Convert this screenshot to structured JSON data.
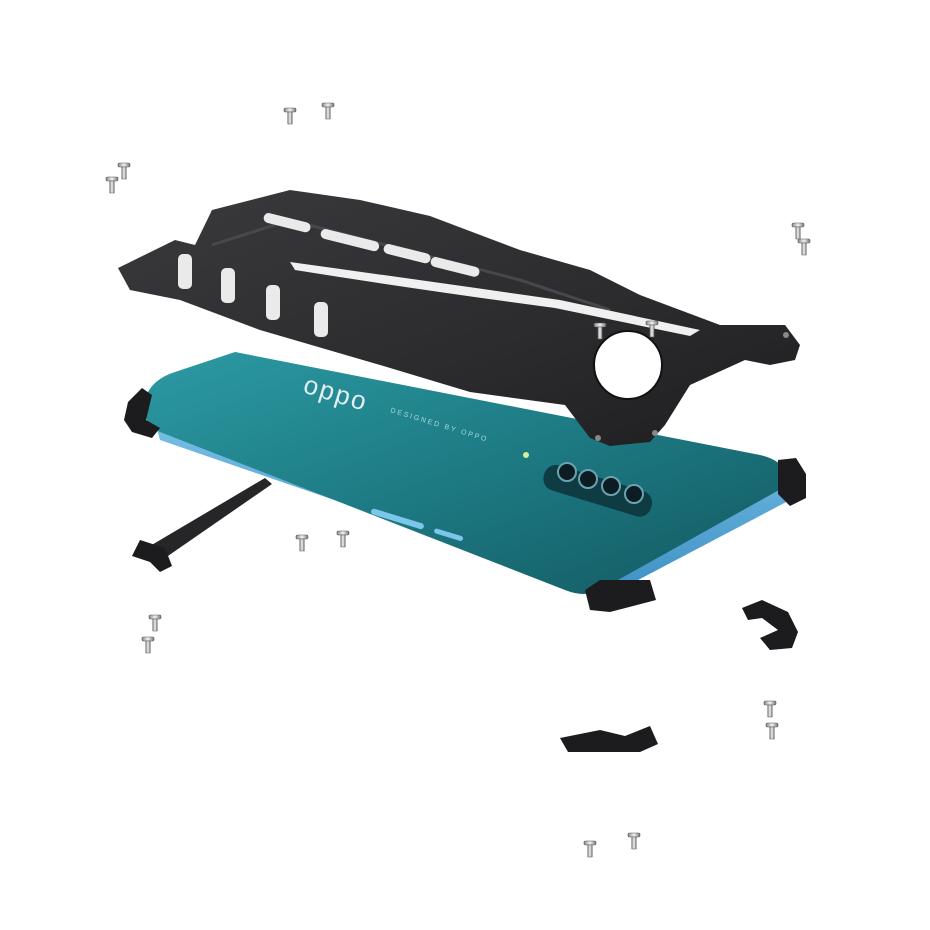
{
  "scene": {
    "type": "product-exploded-view",
    "background": "#ffffff"
  },
  "phone": {
    "brand_text": "oppo",
    "tagline_text": "DESIGNED BY OPPO",
    "body_color": "#1f7f86",
    "frame_color": "#5fb3e0"
  },
  "case": {
    "color": "#2a2a2c",
    "slot_color": "#e8e8e8"
  },
  "hardware": {
    "screw_color": "#c9c9c9",
    "bracket_color": "#1c1c1e"
  }
}
